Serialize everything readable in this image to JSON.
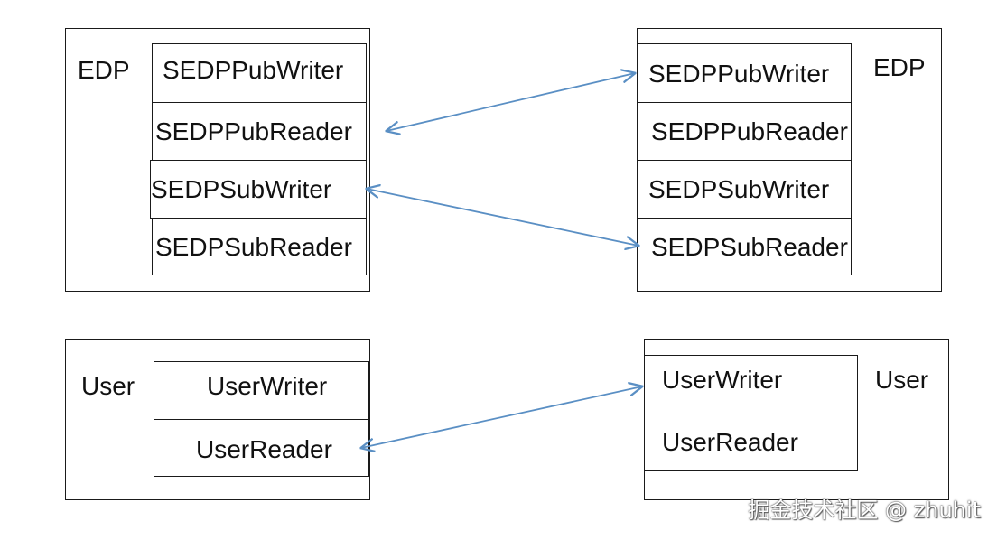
{
  "edp": {
    "left_label": "EDP",
    "right_label": "EDP",
    "pub_writer": "SEDPPubWriter",
    "pub_reader": "SEDPPubReader",
    "sub_writer": "SEDPSubWriter",
    "sub_reader": "SEDPSubReader"
  },
  "user": {
    "left_label": "User",
    "right_label": "User",
    "writer": "UserWriter",
    "reader": "UserReader"
  },
  "arrow_color": "#5a8fc4",
  "watermark": "掘金技术社区 @ zhuhit"
}
